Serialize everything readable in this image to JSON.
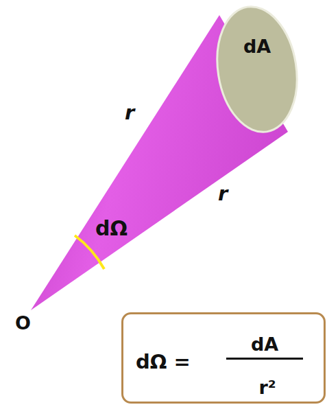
{
  "diagram": {
    "nodes": [
      {
        "text": [
          "dA"
        ]
      },
      {
        "text": [
          "dΩ =",
          "dA",
          "r²"
        ]
      }
    ],
    "labels": [
      "r",
      "r",
      "dΩ",
      "O"
    ]
  }
}
